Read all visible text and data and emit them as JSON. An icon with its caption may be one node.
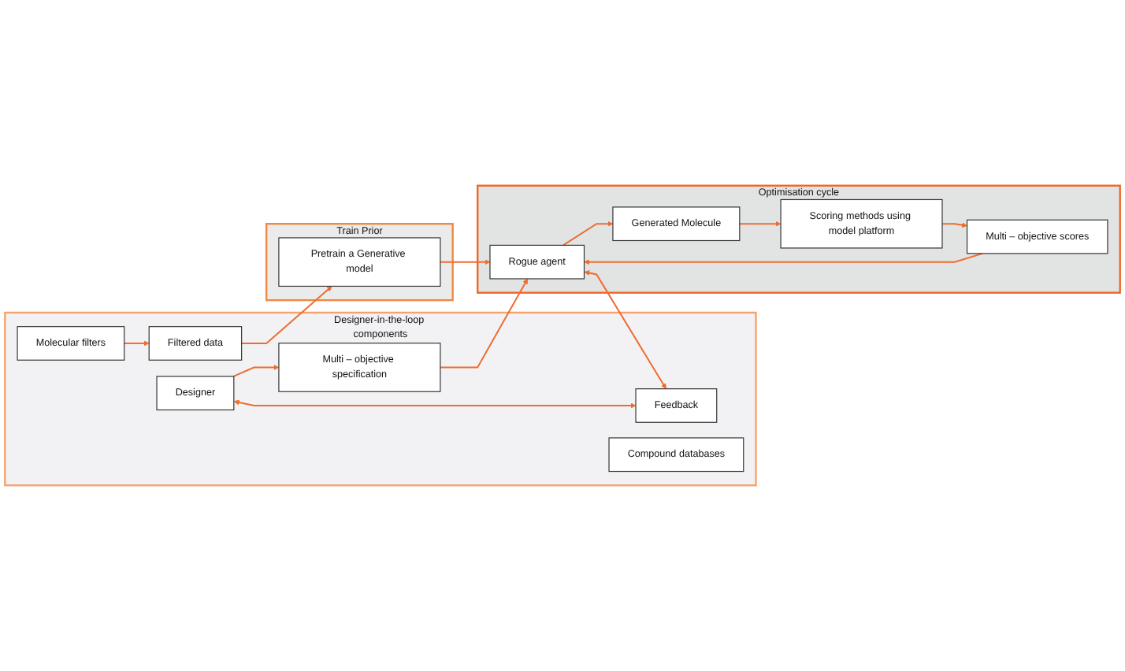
{
  "diagram": {
    "nodes": [
      {
        "text": [
          "Designer-in-the-loop components"
        ]
      },
      {
        "text": [
          "Train Prior"
        ]
      },
      {
        "text": [
          "Optimisation cycle"
        ]
      },
      {
        "text": [
          "Designer"
        ],
        "in": 0
      },
      {
        "text": [
          "Feedback"
        ],
        "in": 0
      },
      {
        "text": [
          "Molecular filters"
        ],
        "in": 0
      },
      {
        "text": [
          "Multi – objective specification"
        ],
        "in": 0
      },
      {
        "text": [
          "Compound databases"
        ],
        "in": 0
      },
      {
        "text": [
          "Filtered data"
        ],
        "in": 0
      },
      {
        "text": [
          "Pretrain a Generative model"
        ],
        "in": 1
      },
      {
        "text": [
          "Rogue agent"
        ],
        "in": 2
      },
      {
        "text": [
          "Generated Molecule"
        ],
        "in": 2
      },
      {
        "text": [
          "Multi – objective scores"
        ],
        "in": 2
      },
      {
        "text": [
          "Scoring methods using model platform"
        ],
        "in": 2
      }
    ],
    "edges": [
      {
        "from": 3,
        "to": 4,
        "arrow": "both"
      },
      {
        "from": 10,
        "to": 4,
        "arrow": "both"
      },
      {
        "from": 3,
        "to": 6,
        "arrow": "to"
      },
      {
        "from": 6,
        "to": 10,
        "arrow": "to"
      },
      {
        "from": 5,
        "to": 8,
        "arrow": "to"
      },
      {
        "from": 8,
        "to": 9,
        "arrow": "to"
      },
      {
        "from": 9,
        "to": 10,
        "arrow": "to"
      },
      {
        "from": 10,
        "to": 11,
        "arrow": "to"
      },
      {
        "from": 11,
        "to": 13,
        "arrow": "to"
      },
      {
        "from": 13,
        "to": 12,
        "arrow": "to"
      },
      {
        "from": 12,
        "to": 10,
        "arrow": "to"
      }
    ]
  }
}
